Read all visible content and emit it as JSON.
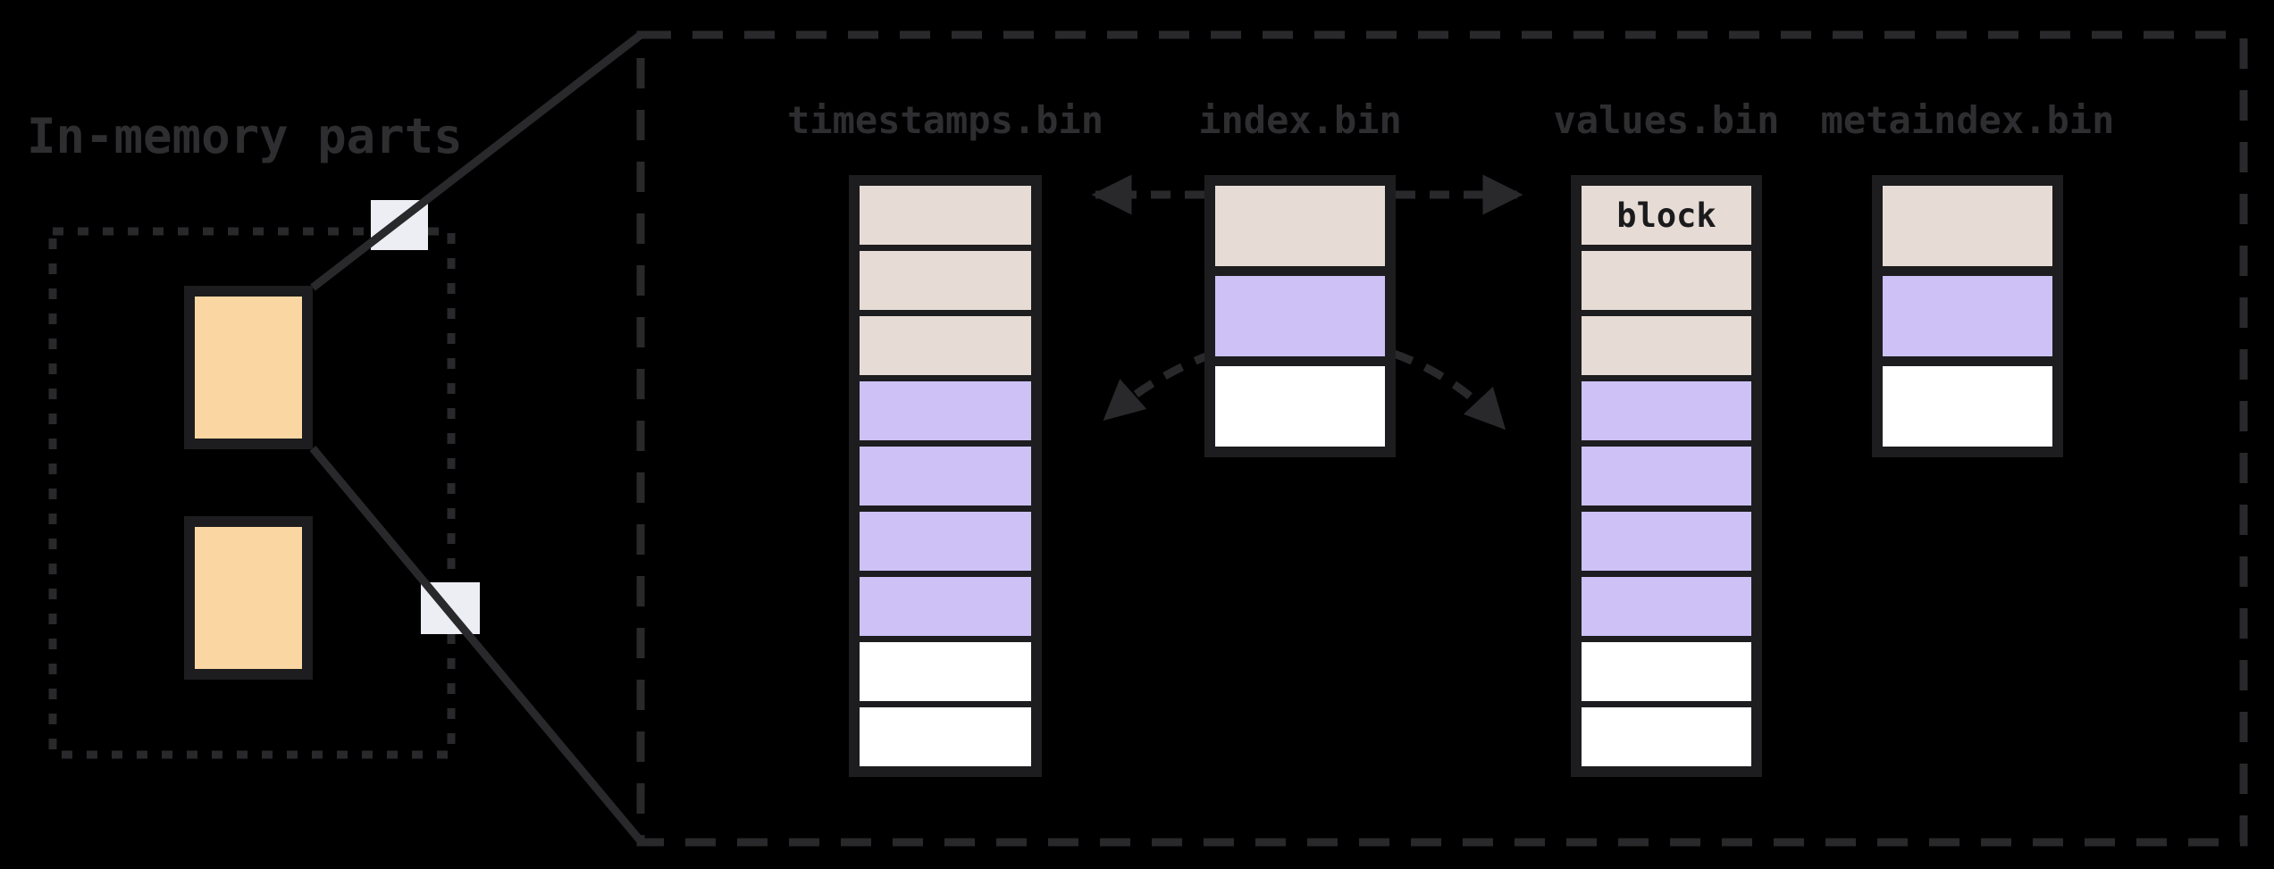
{
  "diagram": {
    "title": "In-memory parts",
    "memory_parts_count": 2,
    "files": [
      {
        "label": "timestamps.bin",
        "cells": [
          "beige",
          "beige",
          "beige",
          "purple",
          "purple",
          "purple",
          "purple",
          "white",
          "white"
        ]
      },
      {
        "label": "index.bin",
        "cells": [
          "beige",
          "purple",
          "white"
        ]
      },
      {
        "label": "values.bin",
        "cells": [
          "beige",
          "beige",
          "beige",
          "purple",
          "purple",
          "purple",
          "purple",
          "white",
          "white"
        ],
        "cell_labels": {
          "0": "block"
        }
      },
      {
        "label": "metaindex.bin",
        "cells": [
          "beige",
          "purple",
          "white"
        ]
      }
    ],
    "colors": {
      "background": "#000000",
      "stroke": "#29292c",
      "text": "#2e2e31",
      "cell_border": "#1d1d1f",
      "beige": "#e6dcd5",
      "purple": "#cdc1f6",
      "white": "#ffffff",
      "orange": "#fad7a2",
      "light_square": "#eceef4",
      "block_text": "#1b1b1d"
    }
  }
}
